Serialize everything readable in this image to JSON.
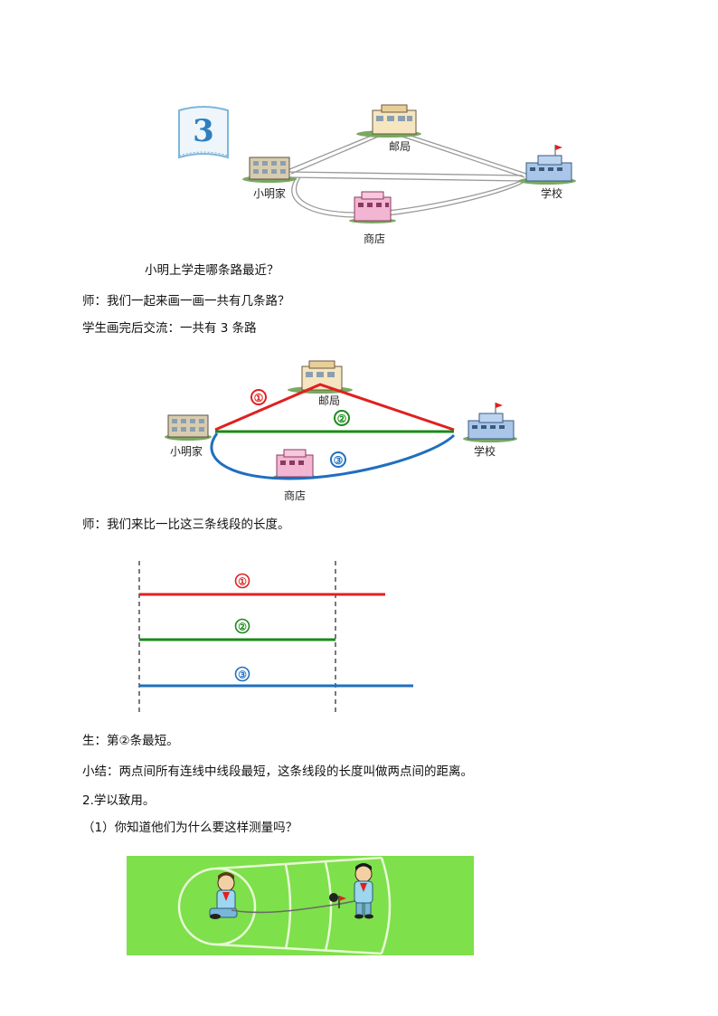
{
  "figure1": {
    "badge": "3",
    "labels": {
      "post_office": "邮局",
      "home": "小明家",
      "school": "学校",
      "shop": "商店"
    }
  },
  "paragraphs": {
    "question": "小明上学走哪条路最近？",
    "teacher1": "师：我们一起来画一画一共有几条路？",
    "student1": "学生画完后交流：一共有 3 条路",
    "teacher2": "师：我们来比一比这三条线段的长度。",
    "student2": "生：第②条最短。",
    "summary": "小结：两点间所有连线中线段最短，这条线段的长度叫做两点间的距离。",
    "section": "2.学以致用。",
    "item1": "（1）你知道他们为什么要这样测量吗？"
  },
  "figure2": {
    "labels": {
      "post_office": "邮局",
      "home": "小明家",
      "school": "学校",
      "shop": "商店"
    },
    "routes": [
      "①",
      "②",
      "③"
    ]
  },
  "compare": {
    "labels": [
      "①",
      "②",
      "③"
    ],
    "colors": [
      "#e02020",
      "#1a8a1a",
      "#1f6fbf"
    ]
  },
  "colors": {
    "field": "#7ee04a",
    "route1": "#e02020",
    "route2": "#1a8a1a",
    "route3": "#1f6fbf"
  }
}
